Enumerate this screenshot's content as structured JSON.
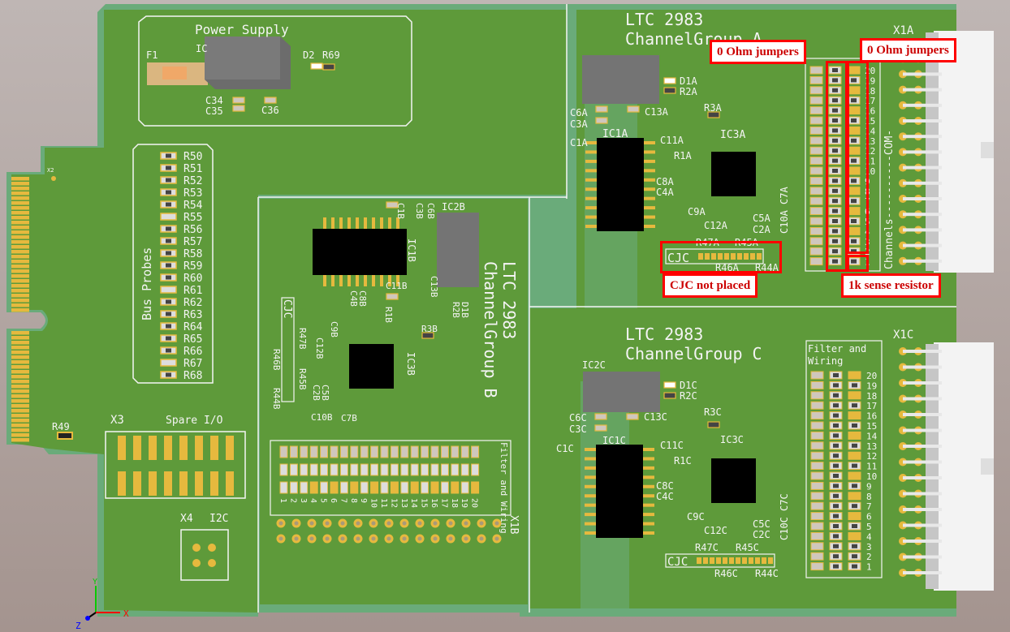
{
  "view": {
    "title": "PCB 3D view - LTC2983 temperature measurement board"
  },
  "colors": {
    "pcb": "#5e9a3a",
    "pcb_light": "#6aab7a",
    "silk": "#f4f4f4",
    "gold": "#e6b93e",
    "ic": "#000000",
    "annotation": "#ff0000",
    "background": "#a89a96"
  },
  "power_supply": {
    "title": "Power Supply",
    "labels": [
      "F1",
      "IC",
      "D2",
      "R69",
      "C34",
      "C35",
      "C36"
    ]
  },
  "bus_probes": {
    "title": "Bus Probes",
    "resistors": [
      "R50",
      "R51",
      "R52",
      "R53",
      "R54",
      "R55",
      "R56",
      "R57",
      "R58",
      "R59",
      "R60",
      "R61",
      "R62",
      "R63",
      "R64",
      "R65",
      "R66",
      "R67",
      "R68"
    ]
  },
  "edge_connector": {
    "label": "X2"
  },
  "r49": {
    "label": "R49"
  },
  "spare_io": {
    "connector": "X3",
    "title": "Spare I/O"
  },
  "i2c": {
    "connector": "X4",
    "title": "I2C"
  },
  "axes": {
    "x": "X",
    "y": "Y",
    "z": "Z"
  },
  "group_a": {
    "title_line1": "LTC 2983",
    "title_line2": "ChannelGroup A",
    "ic1": "IC1A",
    "ic3": "IC3A",
    "labels": [
      "D1A",
      "R2A",
      "C6A",
      "C3A",
      "C13A",
      "R3A",
      "C1A",
      "C11A",
      "R1A",
      "C8A",
      "C4A",
      "C9A",
      "C12A",
      "C5A",
      "C2A",
      "C10A",
      "C7A",
      "R47A",
      "R45A",
      "R46A",
      "R44A"
    ],
    "cjc": "CJC",
    "filter_title": "Filter and Wiring",
    "connector": "X1A",
    "connector_side": "Channels----------COM-"
  },
  "group_b": {
    "title_line1": "LTC 2983",
    "title_line2": "ChannelGroup B",
    "ic1": "IC1B",
    "ic2": "IC2B",
    "ic3": "IC3B",
    "labels": [
      "C1B",
      "C3B",
      "C6B",
      "C11B",
      "C13B",
      "C8B",
      "C4B",
      "R1B",
      "D1B",
      "R2B",
      "R3B",
      "C9B",
      "C12B",
      "C5B",
      "C2B",
      "C10B",
      "C7B",
      "R47B",
      "R45B",
      "R46B",
      "R44B"
    ],
    "cjc": "CJC",
    "filter_title": "Filter and Wiring",
    "connector": "X1B"
  },
  "group_c": {
    "title_line1": "LTC 2983",
    "title_line2": "ChannelGroup C",
    "ic1": "IC1C",
    "ic2": "IC2C",
    "ic3": "IC3C",
    "labels": [
      "D1C",
      "R2C",
      "C6C",
      "C3C",
      "C13C",
      "R3C",
      "C1C",
      "C11C",
      "R1C",
      "C8C",
      "C4C",
      "C9C",
      "C12C",
      "C5C",
      "C2C",
      "C10C",
      "C7C",
      "R47C",
      "R45C",
      "R46C",
      "R44C"
    ],
    "cjc": "CJC",
    "filter_title": "Filter and Wiring",
    "connector": "X1C"
  },
  "channel_numbers": [
    "20",
    "19",
    "18",
    "17",
    "16",
    "15",
    "14",
    "13",
    "12",
    "11",
    "10",
    "9",
    "8",
    "7",
    "6",
    "5",
    "4",
    "3",
    "2",
    "1"
  ],
  "annotations": {
    "zero_ohm_1": "0 Ohm jumpers",
    "zero_ohm_2": "0 Ohm jumpers",
    "cjc_not_placed": "CJC not placed",
    "sense_resistor": "1k sense resistor"
  }
}
